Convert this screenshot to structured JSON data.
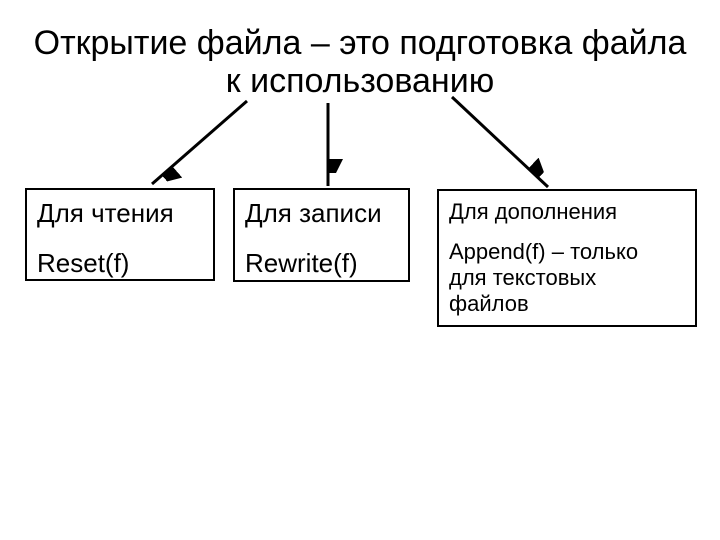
{
  "slide": {
    "background_color": "#ffffff",
    "text_color": "#000000",
    "border_color": "#000000",
    "arrow_color": "#000000"
  },
  "title": {
    "line1": "Открытие файла – это подготовка файла",
    "line2": "к использованию"
  },
  "boxes": {
    "read": {
      "heading": "Для чтения",
      "command": "Reset(f)"
    },
    "write": {
      "heading": "Для записи",
      "command": "Rewrite(f)"
    },
    "append": {
      "heading": "Для дополнения",
      "command": "Append(f) – только для текстовых файлов"
    }
  },
  "connections": [
    {
      "from": "title",
      "to": "read-box"
    },
    {
      "from": "title",
      "to": "write-box"
    },
    {
      "from": "title",
      "to": "append-box"
    }
  ]
}
